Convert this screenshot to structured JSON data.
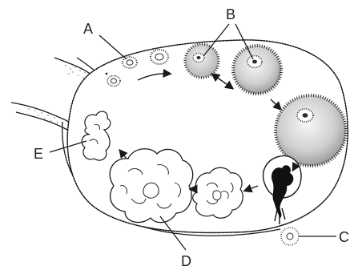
{
  "labels": {
    "a": "A",
    "b": "B",
    "c": "C",
    "d": "D",
    "e": "E"
  },
  "colors": {
    "line": "#1a1a1a",
    "dot": "#2b2b2b",
    "shade": "#bdbdbd",
    "rupture": "#111111"
  }
}
